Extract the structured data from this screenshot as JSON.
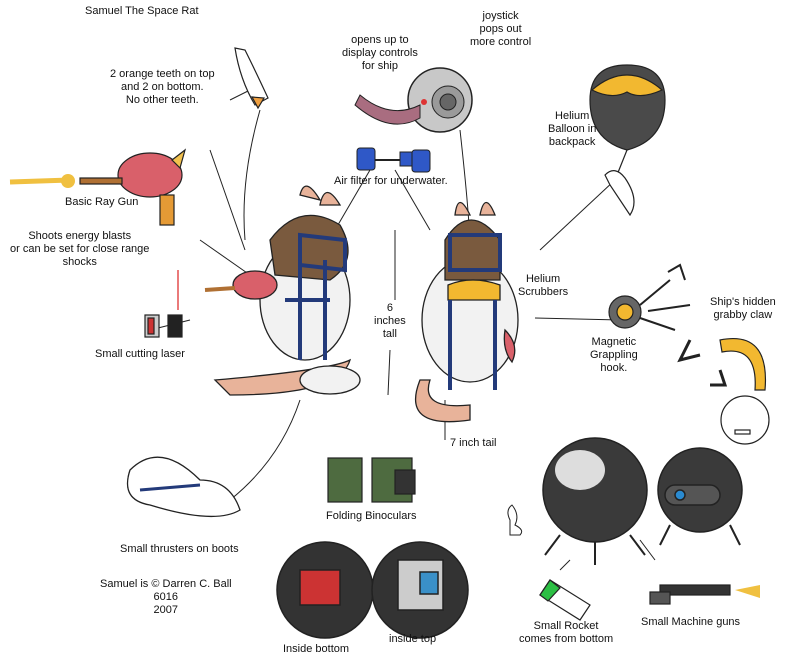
{
  "title": "Samuel The Space Rat",
  "labels": {
    "teeth": [
      "2 orange teeth on top",
      "and 2 on bottom.",
      "No other teeth."
    ],
    "controls": [
      "opens up to",
      "display controls",
      "for ship"
    ],
    "joystick": [
      "joystick",
      "pops out",
      "more control"
    ],
    "balloon": [
      "Helium",
      "Balloon in",
      "backpack"
    ],
    "air_filter": "Air filter for underwater.",
    "ray_gun": "Basic Ray Gun",
    "energy": [
      "Shoots energy blasts",
      "or can be set for close range",
      "shocks"
    ],
    "height": [
      "6",
      "inches",
      "tall"
    ],
    "scrubbers": [
      "Helium",
      "Scrubbers"
    ],
    "claw": [
      "Ship's hidden",
      "grabby claw"
    ],
    "grappling": [
      "Magnetic",
      "Grappling",
      "hook."
    ],
    "laser": "Small cutting laser",
    "tail": "7 inch tail",
    "binoculars": "Folding Binoculars",
    "thrusters": "Small thrusters on boots",
    "copyright": [
      "Samuel is © Darren C. Ball",
      "6016",
      "2007"
    ],
    "inside_bottom": "Inside bottom",
    "inside_top": "inside top",
    "rocket": [
      "Small Rocket",
      "comes from bottom"
    ],
    "machine_guns": "Small Machine guns"
  },
  "colors": {
    "fur": "#7a5a3e",
    "suit": "#f2f2f2",
    "harness": "#233a7a",
    "gun": "#d9606a",
    "balloon": "#f2b830",
    "tail": "#e8b39a",
    "pod": "#3a3a3a",
    "binoculars": "#4e6b40"
  }
}
